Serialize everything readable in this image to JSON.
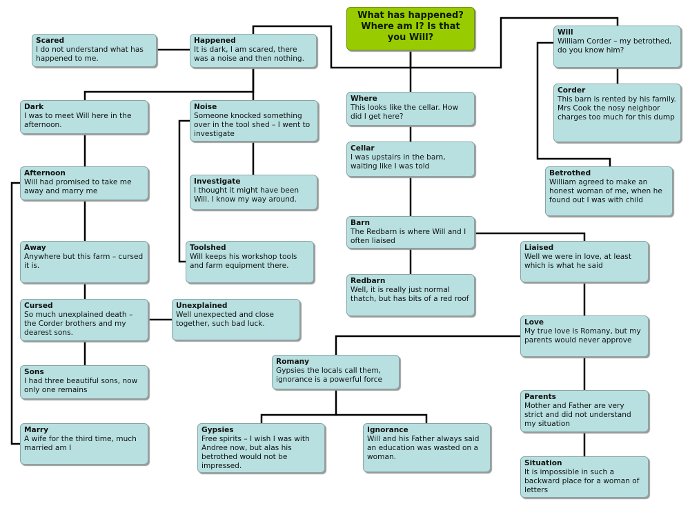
{
  "root": {
    "body": "What has happened? Where am I? Is that you Will?"
  },
  "nodes": {
    "scared": {
      "title": "Scared",
      "body": "I do not understand what has happened to me."
    },
    "happened": {
      "title": "Happened",
      "body": "It is dark, I am scared, there was a noise and then nothing."
    },
    "will": {
      "title": "Will",
      "body": "William Corder – my betrothed, do you know him?"
    },
    "corder": {
      "title": "Corder",
      "body": "This barn is rented by his family. Mrs Cook the nosy neighbor charges too much for this dump"
    },
    "betrothed": {
      "title": "Betrothed",
      "body": "William agreed to make an honest woman of me, when he found out I was with child"
    },
    "dark": {
      "title": "Dark",
      "body": "I was to meet Will here in the afternoon."
    },
    "noise": {
      "title": "Noise",
      "body": "Someone knocked something over in the tool shed – I went to investigate"
    },
    "where": {
      "title": "Where",
      "body": "This looks like the cellar. How did I get here?"
    },
    "cellar": {
      "title": "Cellar",
      "body": "I was upstairs in the barn, waiting like I was told"
    },
    "afternoon": {
      "title": "Afternoon",
      "body": "Will had promised to take me away and marry me"
    },
    "investigate": {
      "title": "Investigate",
      "body": "I thought it might have been Will. I know my way around."
    },
    "barn": {
      "title": "Barn",
      "body": "The Redbarn is where Will and I often liaised"
    },
    "away": {
      "title": "Away",
      "body": "Anywhere but this farm – cursed it is."
    },
    "toolshed": {
      "title": "Toolshed",
      "body": "Will keeps his workshop tools and farm equipment there."
    },
    "liaised": {
      "title": "Liaised",
      "body": "Well we were in love, at least which is what he said"
    },
    "redbarn": {
      "title": "Redbarn",
      "body": "Well, it is really just normal thatch, but has bits of a red roof"
    },
    "cursed": {
      "title": "Cursed",
      "body": "So much unexplained death – the Corder brothers and my dearest sons."
    },
    "unexplained": {
      "title": "Unexplained",
      "body": "Well unexpected and close together, such bad luck."
    },
    "love": {
      "title": "Love",
      "body": "My true love is Romany, but my parents would never approve"
    },
    "romany": {
      "title": "Romany",
      "body": "Gypsies the locals call them, ignorance is a powerful force"
    },
    "sons": {
      "title": "Sons",
      "body": "I had three beautiful sons, now only one remains"
    },
    "parents": {
      "title": "Parents",
      "body": "Mother and Father are very strict and did not understand my situation"
    },
    "marry": {
      "title": "Marry",
      "body": "A wife for the third time, much married am I"
    },
    "gypsies": {
      "title": "Gypsies",
      "body": "Free spirits – I wish I was with Andree now, but alas his betrothed would not be impressed."
    },
    "ignorance": {
      "title": "Ignorance",
      "body": "Will and his Father always said an education was wasted on a woman."
    },
    "situation": {
      "title": "Situation",
      "body": "It is impossible in such a backward place for a woman of letters"
    }
  },
  "colors": {
    "node_fill": "#b8e0e0",
    "root_fill": "#99cc00",
    "connector": "#000000"
  }
}
